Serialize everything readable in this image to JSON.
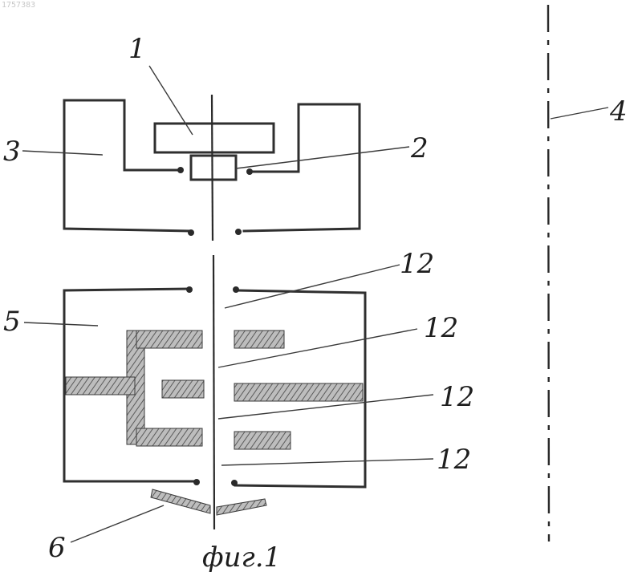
{
  "doc_id": "1757383",
  "caption": "фиг.1",
  "labels": {
    "l1": "1",
    "l2": "2",
    "l3": "3",
    "l4": "4",
    "l5": "5",
    "l6": "6",
    "l12a": "12",
    "l12b": "12",
    "l12c": "12",
    "l12d": "12"
  }
}
